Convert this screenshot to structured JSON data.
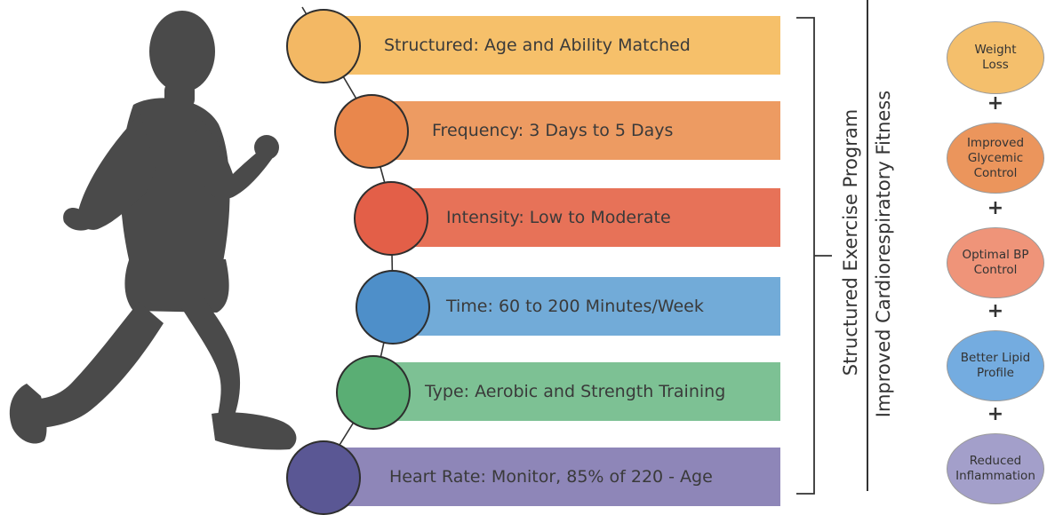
{
  "colors": {
    "silhouette": "#4a4a4a",
    "yellow": "#f5c06d",
    "orange": "#ec9158",
    "red": "#e66e56",
    "blue": "#6fa7d4",
    "green": "#79bd8e",
    "purple": "#8d86b5"
  },
  "components": [
    {
      "label": "Structured: Age and Ability Matched",
      "bar_color": "#f6c06a",
      "circle_color": "#f3b864"
    },
    {
      "label": "Frequency: 3 Days to 5 Days",
      "bar_color": "#ed9b62",
      "circle_color": "#e9874c"
    },
    {
      "label": "Intensity: Low to Moderate",
      "bar_color": "#e77258",
      "circle_color": "#e35f48"
    },
    {
      "label": "Time: 60 to 200 Minutes/Week",
      "bar_color": "#72abd8",
      "circle_color": "#4e8fc9"
    },
    {
      "label": "Type: Aerobic and Strength Training",
      "bar_color": "#7dc194",
      "circle_color": "#5aae74"
    },
    {
      "label": "Heart Rate: Monitor, 85% of 220 - Age",
      "bar_color": "#8e86b8",
      "circle_color": "#5a5794"
    }
  ],
  "program_title": "Structured Exercise Program",
  "result_title": "Improved Cardiorespiratory Fitness",
  "outcomes": [
    {
      "label": "Weight\nLoss",
      "color": "#f4bf6c"
    },
    {
      "label": "Improved\nGlycemic\nControl",
      "color": "#eb955c"
    },
    {
      "label": "Optimal BP\nControl",
      "color": "#ef9479"
    },
    {
      "label": "Better Lipid\nProfile",
      "color": "#74ace0"
    },
    {
      "label": "Reduced\nInflammation",
      "color": "#a39fca"
    }
  ],
  "plus_sign": "+"
}
